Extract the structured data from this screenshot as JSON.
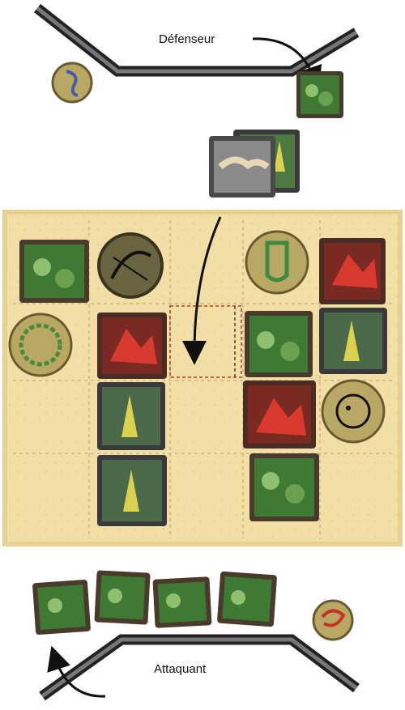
{
  "players": {
    "defender_label": "Défenseur",
    "attacker_label": "Attaquant"
  },
  "board": {
    "rows": 4,
    "cols": 5,
    "cells": [
      [
        "warrior-tile",
        "bow-token",
        "empty",
        "shield-token",
        "fire-tile"
      ],
      [
        "laurel-token",
        "fire-tile",
        "target",
        "warrior-tile",
        "priest-tile"
      ],
      [
        "empty",
        "priest-tile",
        "empty",
        "fire-tile",
        "lion-token"
      ],
      [
        "empty",
        "priest-tile",
        "empty",
        "warrior-tile",
        "empty"
      ]
    ]
  },
  "hands": {
    "defender_stack": [
      "warrior-tile",
      "handshake-tile",
      "priest-tile"
    ],
    "attacker_row": [
      "warrior-tile",
      "warrior-tile",
      "warrior-tile",
      "warrior-tile"
    ]
  },
  "colors": {
    "board": "#f2dfa6",
    "board_grid": "#d8c48a",
    "tile_green": "#4c8a3a",
    "tile_red": "#c4302a",
    "token": "#b8a864"
  }
}
